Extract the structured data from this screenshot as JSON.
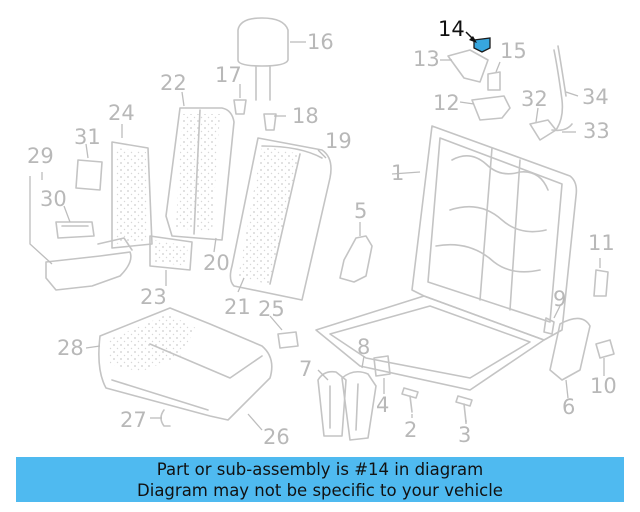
{
  "diagram": {
    "highlighted_part": "14",
    "callouts": [
      "1",
      "2",
      "3",
      "4",
      "5",
      "6",
      "7",
      "8",
      "9",
      "10",
      "11",
      "12",
      "13",
      "14",
      "15",
      "16",
      "17",
      "18",
      "19",
      "20",
      "21",
      "22",
      "23",
      "24",
      "25",
      "26",
      "27",
      "28",
      "29",
      "30",
      "31",
      "32",
      "33",
      "34"
    ]
  },
  "banner": {
    "line1": "Part or sub-assembly is #14 in diagram",
    "line2": "Diagram may not be specific to your vehicle"
  },
  "colors": {
    "banner_bg": "#4fbaf0",
    "highlight": "#37a6de",
    "line_art": "#c4c4c4"
  }
}
